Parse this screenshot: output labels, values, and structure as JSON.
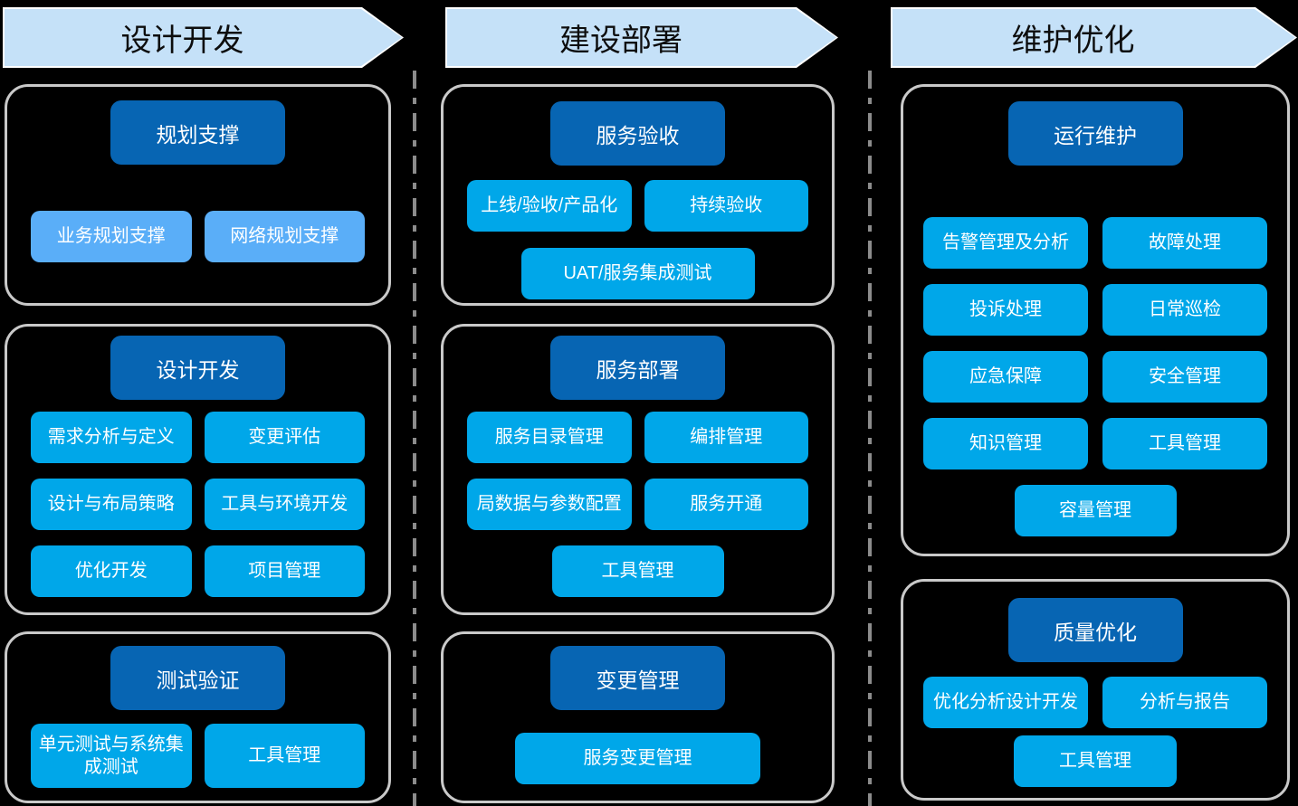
{
  "palette": {
    "background": "#000000",
    "arrow_fill": "#C5E1F8",
    "arrow_text": "#0D0D0D",
    "section_border": "#C9C9C9",
    "header_blue": "#0765B3",
    "item_cyan": "#00A7E9",
    "item_light_blue": "#5AAEF8",
    "divider_gray": "#8C8C8C",
    "item_text": "#FFFFFF"
  },
  "columns": [
    {
      "banner": "设计开发",
      "sections": [
        {
          "title": "规划支撑",
          "items": [
            "业务规划支撑",
            "网络规划支撑"
          ]
        },
        {
          "title": "设计开发",
          "items": [
            "需求分析与定义",
            "变更评估",
            "设计与布局策略",
            "工具与环境开发",
            "优化开发",
            "项目管理"
          ]
        },
        {
          "title": "测试验证",
          "items": [
            "单元测试与系统集成测试",
            "工具管理"
          ]
        }
      ]
    },
    {
      "banner": "建设部署",
      "sections": [
        {
          "title": "服务验收",
          "items": [
            "上线/验收/产品化",
            "持续验收",
            "UAT/服务集成测试"
          ]
        },
        {
          "title": "服务部署",
          "items": [
            "服务目录管理",
            "编排管理",
            "局数据与参数配置",
            "服务开通",
            "工具管理"
          ]
        },
        {
          "title": "变更管理",
          "items": [
            "服务变更管理"
          ]
        }
      ]
    },
    {
      "banner": "维护优化",
      "sections": [
        {
          "title": "运行维护",
          "items": [
            "告警管理及分析",
            "故障处理",
            "投诉处理",
            "日常巡检",
            "应急保障",
            "安全管理",
            "知识管理",
            "工具管理",
            "容量管理"
          ]
        },
        {
          "title": "质量优化",
          "items": [
            "优化分析设计开发",
            "分析与报告",
            "工具管理"
          ]
        }
      ]
    }
  ]
}
